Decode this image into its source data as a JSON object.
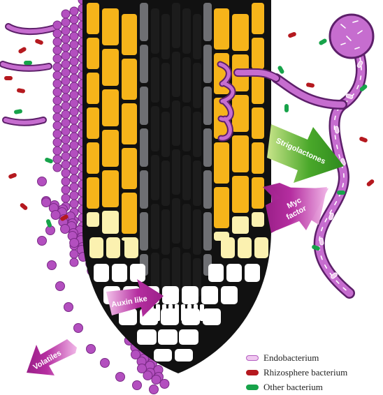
{
  "labels": {
    "strigolactones": "Strigolactones",
    "myc_line1": "Myc",
    "myc_line2": "factor",
    "auxin": "Auxin like",
    "volatiles": "Volatiles"
  },
  "legend": [
    {
      "label": "Endobacterium",
      "color": "#f0c8f0",
      "border": "#b35cc0"
    },
    {
      "label": "Rhizosphere bacterium",
      "color": "#b5191f",
      "border": "#b5191f"
    },
    {
      "label": "Other bacterium",
      "color": "#17a34a",
      "border": "#17a34a"
    }
  ],
  "colors": {
    "cortex": "#f6b41a",
    "root_cap": "#fbf1b0",
    "stele": "#1c1c1c",
    "pericycle": "#6e6f73",
    "hypha": "#c66dcf",
    "border_cells": "#b34fbf",
    "strigolactones_arrow": "#4aa82a",
    "signal_arrow": "#b52ea0"
  }
}
